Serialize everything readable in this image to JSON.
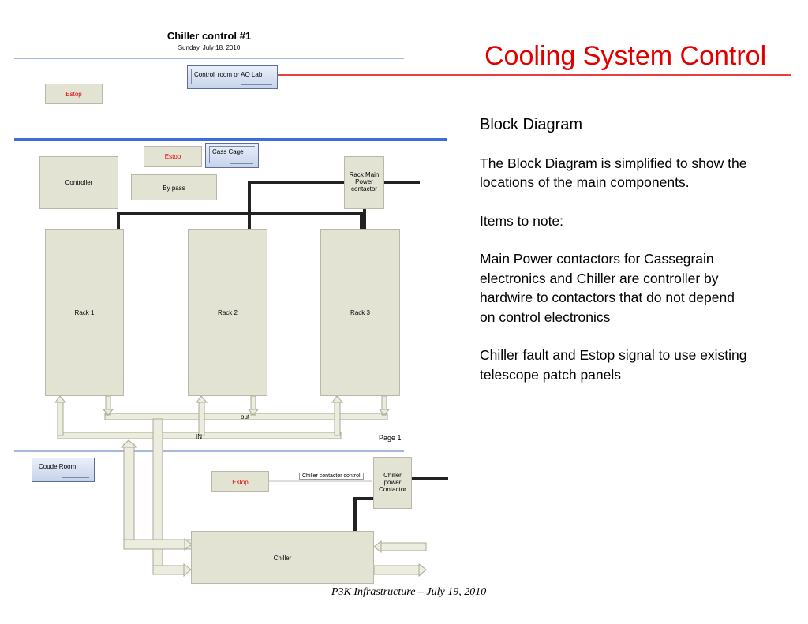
{
  "slide": {
    "title": "Cooling System Control",
    "footer": "P3K Infrastructure – July 19, 2010"
  },
  "diagram": {
    "header_title": "Chiller control #1",
    "header_date": "Sunday, July 18, 2010",
    "control_room_label": "Controll room or AO Lab",
    "estop_label": "Estop",
    "cass_cage_label": "Cass Cage",
    "controller_label": "Controller",
    "bypass_label": "By pass",
    "rack_main_power_label": "Rack Main Power contactor",
    "racks": [
      "Rack 1",
      "Rack 2",
      "Rack 3"
    ],
    "out_label": "out",
    "in_label": "IN",
    "page_label": "Page 1",
    "coude_room_label": "Coude Room",
    "chiller_contactor_control_label": "Chiller contactor control",
    "chiller_power_contactor_label": "Chiller power Contactor",
    "chiller_label": "Chiller"
  },
  "notes": {
    "heading": "Block Diagram",
    "para1": "The Block Diagram is simplified to show the locations of the main components.",
    "para2": "Items to note:",
    "para3": "Main Power contactors for Cassegrain electronics and Chiller are controller by hardwire to contactors that do not depend on control electronics",
    "para4": "Chiller fault and Estop signal to use existing telescope patch panels"
  },
  "colors": {
    "accent_red": "#e00000",
    "blue_line": "#3b6fd6",
    "box_fill": "#e3e3d4"
  }
}
